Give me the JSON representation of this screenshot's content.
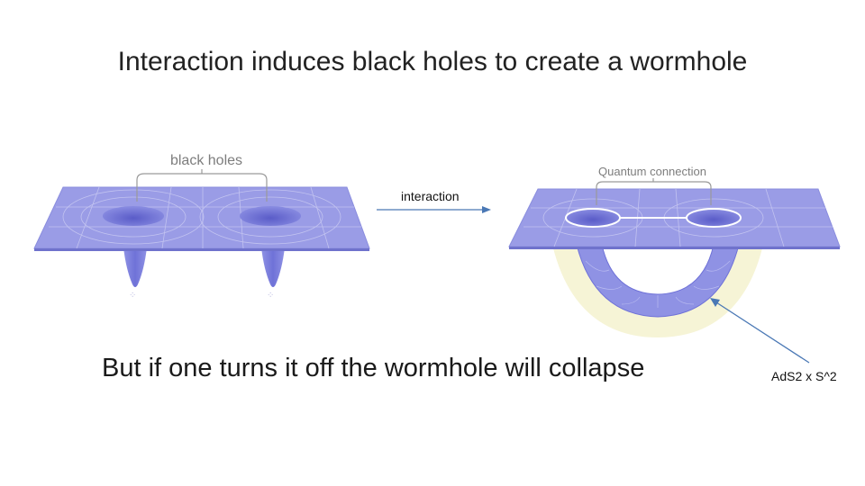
{
  "title": "Interaction induces black holes to create a wormhole",
  "left_figure": {
    "label": "black holes"
  },
  "right_figure": {
    "label": "Quantum connection"
  },
  "arrow_label": "interaction",
  "caption": "But if one turns it off the wormhole will collapse",
  "pointer_label": "AdS2 x S^2",
  "colors": {
    "sheet": "#9a9ce6",
    "sheet_edge": "#6f72cc",
    "hole": "#6e70d6",
    "grid": "#c7c8f2",
    "arrow": "#4a78b5",
    "glow": "#f5f3d2"
  }
}
